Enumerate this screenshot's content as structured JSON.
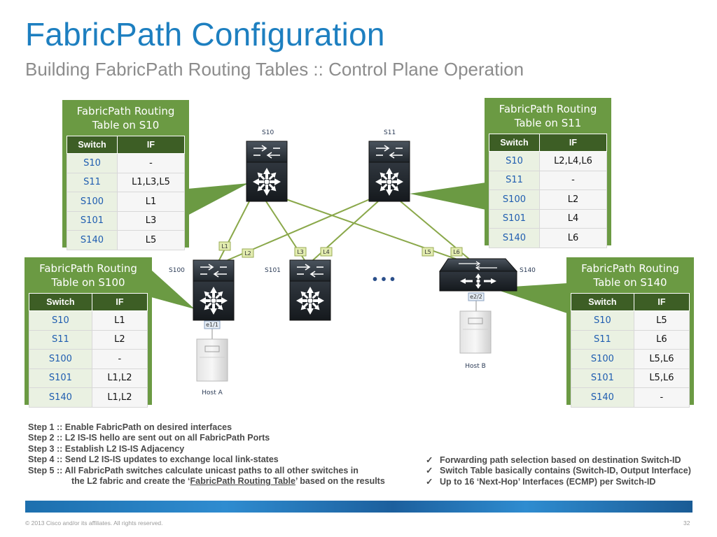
{
  "title": "FabricPath Configuration",
  "subtitle": "Building FabricPath Routing Tables :: Control Plane Operation",
  "table_headers": {
    "switch": "Switch",
    "if": "IF"
  },
  "tables": {
    "s10": {
      "title_line1": "FabricPath Routing",
      "title_line2": "Table on S10",
      "rows": [
        {
          "switch": "S10",
          "if": "-"
        },
        {
          "switch": "S11",
          "if": "L1,L3,L5"
        },
        {
          "switch": "S100",
          "if": "L1"
        },
        {
          "switch": "S101",
          "if": "L3"
        },
        {
          "switch": "S140",
          "if": "L5"
        }
      ]
    },
    "s11": {
      "title_line1": "FabricPath Routing",
      "title_line2": "Table on S11",
      "rows": [
        {
          "switch": "S10",
          "if": "L2,L4,L6"
        },
        {
          "switch": "S11",
          "if": "-"
        },
        {
          "switch": "S100",
          "if": "L2"
        },
        {
          "switch": "S101",
          "if": "L4"
        },
        {
          "switch": "S140",
          "if": "L6"
        }
      ]
    },
    "s100": {
      "title_line1": "FabricPath Routing",
      "title_line2": "Table on S100",
      "rows": [
        {
          "switch": "S10",
          "if": "L1"
        },
        {
          "switch": "S11",
          "if": "L2"
        },
        {
          "switch": "S100",
          "if": "-"
        },
        {
          "switch": "S101",
          "if": "L1,L2"
        },
        {
          "switch": "S140",
          "if": "L1,L2"
        }
      ]
    },
    "s140": {
      "title_line1": "FabricPath Routing",
      "title_line2": "Table on S140",
      "rows": [
        {
          "switch": "S10",
          "if": "L5"
        },
        {
          "switch": "S11",
          "if": "L6"
        },
        {
          "switch": "S100",
          "if": "L5,L6"
        },
        {
          "switch": "S101",
          "if": "L5,L6"
        },
        {
          "switch": "S140",
          "if": "-"
        }
      ]
    }
  },
  "diagram": {
    "switches": [
      "S10",
      "S11",
      "S100",
      "S101",
      "S140"
    ],
    "links": [
      "L1",
      "L2",
      "L3",
      "L4",
      "L5",
      "L6"
    ],
    "ports": [
      "e1/1",
      "e2/2"
    ],
    "hosts": [
      "Host A",
      "Host B"
    ],
    "ellipsis": "• • •"
  },
  "steps": {
    "s1": "Step 1 :: Enable FabricPath on desired interfaces",
    "s2": "Step 2 :: L2 IS-IS hello are sent out on all FabricPath Ports",
    "s3": "Step 3 :: Establish L2 IS-IS Adjacency",
    "s4": "Step 4 :: Send L2 IS-IS updates to exchange local link-states",
    "s5": "Step 5 :: All FabricPath switches calculate unicast paths to all other switches in",
    "s5b_pre": "the L2 fabric and create the ‘",
    "s5b_link": "FabricPath Routing Table",
    "s5b_post": "’ based on the results"
  },
  "bullets": {
    "check": "✓",
    "b1": "Forwarding path selection based on destination Switch-ID",
    "b2": "Switch Table basically contains (Switch-ID, Output Interface)",
    "b3": "Up to 16 ‘Next-Hop’ Interfaces (ECMP) per Switch-ID"
  },
  "footer": "© 2013 Cisco and/or its affiliates. All rights reserved.",
  "page_number": "32",
  "colors": {
    "title": "#1d7fc0",
    "table_frame": "#6b9a43",
    "table_header": "#3d5e25",
    "link_line": "#8aa84a",
    "switch_body": "#2b3138"
  }
}
